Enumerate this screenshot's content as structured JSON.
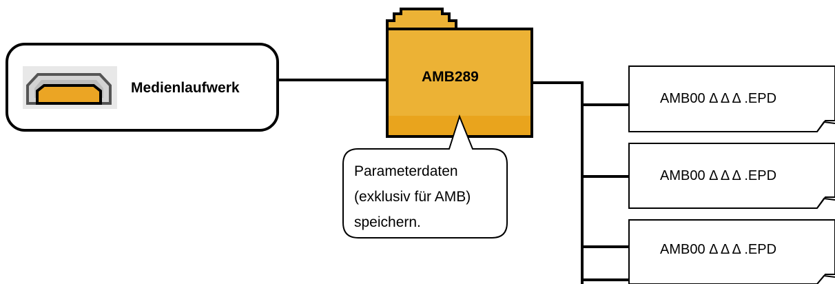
{
  "drive": {
    "label": "Medienlaufwerk",
    "icon": "usb-drive-icon"
  },
  "folder": {
    "label": "AMB289",
    "color": "#ecb235",
    "color_bottom": "#e9a41d",
    "icon": "folder-icon"
  },
  "callout": {
    "lines": [
      "Parameterdaten",
      "(exklusiv für AMB)",
      "speichern."
    ]
  },
  "files": [
    {
      "label": "AMB00 Δ Δ Δ .EPD"
    },
    {
      "label": "AMB00 Δ Δ Δ .EPD"
    },
    {
      "label": "AMB00 Δ Δ Δ .EPD"
    }
  ]
}
